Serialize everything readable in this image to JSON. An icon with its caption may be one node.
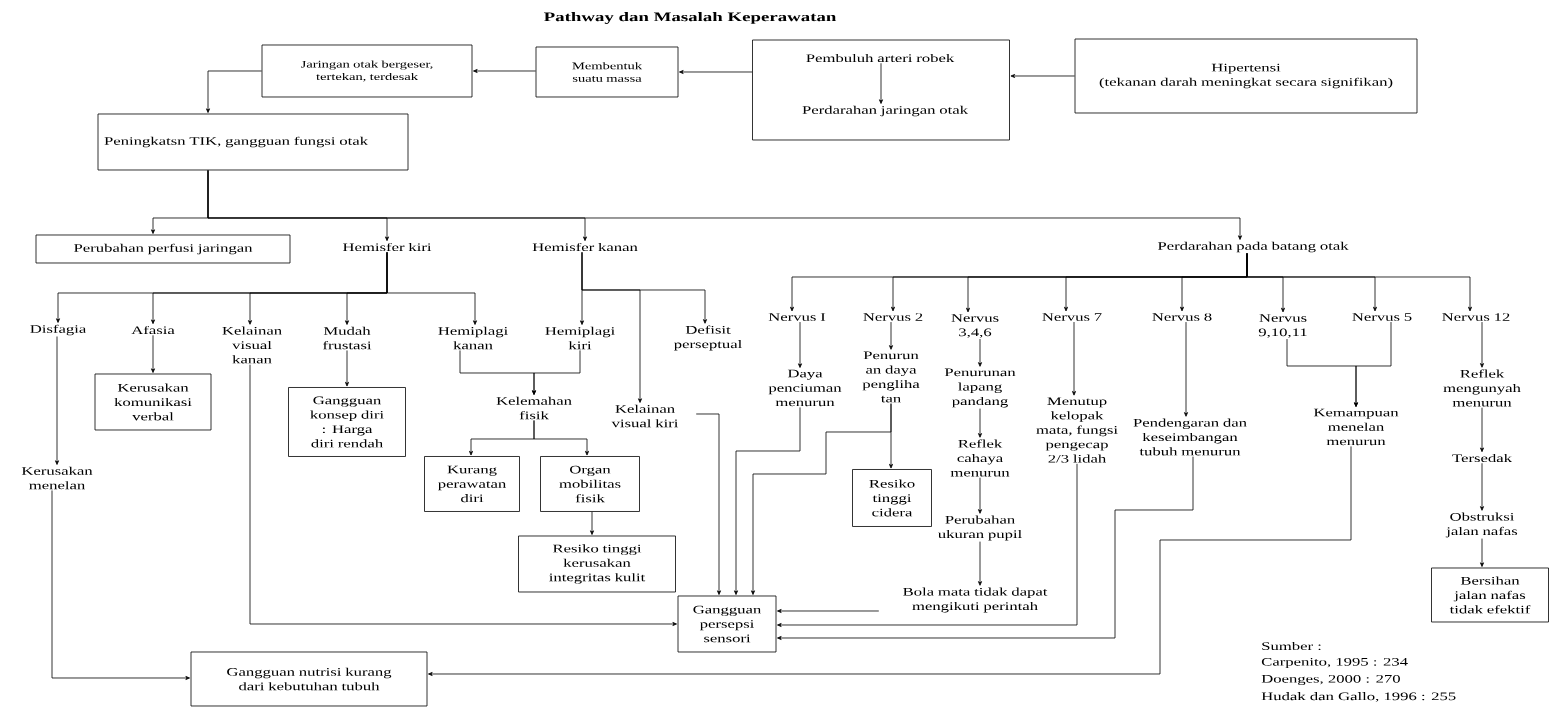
{
  "diagram": {
    "title": "Pathway dan Masalah Keperawatan",
    "nodes": [
      {
        "text": [
          "Jaringan otak bergeser, tertekan, terdesak"
        ]
      },
      {
        "text": [
          "Membentuk suatu massa"
        ]
      },
      {
        "text": [],
        "shape": "box"
      },
      {
        "text": [
          "Pembuluh arteri robek"
        ],
        "in": 2
      },
      {
        "text": [
          "Perdarahan jaringan otak"
        ],
        "in": 2
      },
      {
        "text": [
          "Hipertensi",
          "(tekanan darah meningkat secara signifikan)"
        ]
      },
      {
        "text": [
          "Peningkatsn TIK, gangguan fungsi otak"
        ]
      },
      {
        "text": [
          "Perubahan perfusi jaringan"
        ]
      },
      {
        "text": [
          "Hemisfer kiri"
        ]
      },
      {
        "text": [
          "Hemisfer kanan"
        ]
      },
      {
        "text": [
          "Perdarahan pada batang otak"
        ]
      },
      {
        "text": [
          "Disfagia"
        ]
      },
      {
        "text": [
          "Afasia"
        ]
      },
      {
        "text": [
          "Kelainan visual kanan"
        ]
      },
      {
        "text": [
          "Mudah frustasi"
        ]
      },
      {
        "text": [
          "Hemiplagi kanan"
        ]
      },
      {
        "text": [
          "Hemiplagi kiri"
        ]
      },
      {
        "text": [
          "Defisit perseptual"
        ]
      },
      {
        "text": [
          "Nervus I"
        ]
      },
      {
        "text": [
          "Nervus 2"
        ]
      },
      {
        "text": [
          "Nervus 3,4,6"
        ]
      },
      {
        "text": [
          "Nervus 7"
        ]
      },
      {
        "text": [
          "Nervus 8"
        ]
      },
      {
        "text": [
          "Nervus 9,10,11"
        ]
      },
      {
        "text": [
          "Nervus 5"
        ]
      },
      {
        "text": [
          "Nervus 12"
        ]
      },
      {
        "text": [
          "Kerusakan komunikasi verbal"
        ]
      },
      {
        "text": [
          "Gangguan konsep diri : Harga diri rendah"
        ]
      },
      {
        "text": [
          "Kelemahan fisik"
        ]
      },
      {
        "text": [
          "Kelainan visual kiri"
        ]
      },
      {
        "text": [
          "Daya penciuman menurun"
        ]
      },
      {
        "text": [
          "Penurun an daya pengliha tan"
        ]
      },
      {
        "text": [
          "Penurunan lapang pandang"
        ]
      },
      {
        "text": [
          "Menutup kelopak mata, fungsi pengecap 2/3 lidah"
        ]
      },
      {
        "text": [
          "Pendengaran dan keseimbangan tubuh menurun"
        ]
      },
      {
        "text": [
          "Kemampuan menelan menurun"
        ]
      },
      {
        "text": [
          "Reflek mengunyah menurun"
        ]
      },
      {
        "text": [
          "Kerusakan menelan"
        ]
      },
      {
        "text": [
          "Kurang perawatan diri"
        ]
      },
      {
        "text": [
          "Organ mobilitas fisik"
        ]
      },
      {
        "text": [
          "Reflek cahaya menurun"
        ]
      },
      {
        "text": [
          "Resiko tinggi cidera"
        ]
      },
      {
        "text": [
          "Tersedak"
        ]
      },
      {
        "text": [
          "Perubahan ukuran pupil"
        ]
      },
      {
        "text": [
          "Resiko tinggi kerusakan integritas kulit"
        ]
      },
      {
        "text": [
          "Obstruksi jalan nafas"
        ]
      },
      {
        "text": [
          "Bola mata tidak dapat mengikuti perintah"
        ]
      },
      {
        "text": [
          "Gangguan persepsi sensori"
        ]
      },
      {
        "text": [
          "Bersihan jalan nafas tidak efektif"
        ]
      },
      {
        "text": [
          "Gangguan nutrisi kurang dari kebutuhan tubuh"
        ]
      }
    ],
    "edges": [
      {
        "from": 5,
        "to": 2,
        "arrow": "to"
      },
      {
        "from": 2,
        "to": 1,
        "arrow": "to"
      },
      {
        "from": 1,
        "to": 0,
        "arrow": "to"
      },
      {
        "from": 0,
        "to": 6,
        "arrow": "to"
      },
      {
        "from": 3,
        "to": 4,
        "arrow": "to"
      },
      {
        "from": 6,
        "to": 7,
        "arrow": "to"
      },
      {
        "from": 6,
        "to": 8,
        "arrow": "to"
      },
      {
        "from": 6,
        "to": 9,
        "arrow": "to"
      },
      {
        "from": 6,
        "to": 10,
        "arrow": "to"
      },
      {
        "from": 8,
        "to": 11,
        "arrow": "to"
      },
      {
        "from": 8,
        "to": 12,
        "arrow": "to"
      },
      {
        "from": 8,
        "to": 13,
        "arrow": "to"
      },
      {
        "from": 8,
        "to": 14,
        "arrow": "to"
      },
      {
        "from": 8,
        "to": 15,
        "arrow": "to"
      },
      {
        "from": 9,
        "to": 16,
        "arrow": "to"
      },
      {
        "from": 9,
        "to": 17,
        "arrow": "to"
      },
      {
        "from": 9,
        "to": 29,
        "arrow": "to"
      },
      {
        "from": 10,
        "to": 18,
        "arrow": "to"
      },
      {
        "from": 10,
        "to": 19,
        "arrow": "to"
      },
      {
        "from": 10,
        "to": 20,
        "arrow": "to"
      },
      {
        "from": 10,
        "to": 21,
        "arrow": "to"
      },
      {
        "from": 10,
        "to": 22,
        "arrow": "to"
      },
      {
        "from": 10,
        "to": 23,
        "arrow": "to"
      },
      {
        "from": 10,
        "to": 24,
        "arrow": "to"
      },
      {
        "from": 10,
        "to": 25,
        "arrow": "to"
      },
      {
        "from": 12,
        "to": 26,
        "arrow": "to"
      },
      {
        "from": 14,
        "to": 27,
        "arrow": "to"
      },
      {
        "from": 11,
        "to": 37,
        "arrow": "to"
      },
      {
        "from": 15,
        "to": 28,
        "arrow": "to"
      },
      {
        "from": 16,
        "to": 28,
        "arrow": "to"
      },
      {
        "from": 28,
        "to": 38,
        "arrow": "to"
      },
      {
        "from": 28,
        "to": 39,
        "arrow": "to"
      },
      {
        "from": 39,
        "to": 44,
        "arrow": "to"
      },
      {
        "from": 18,
        "to": 30,
        "arrow": "to"
      },
      {
        "from": 19,
        "to": 31,
        "arrow": "to"
      },
      {
        "from": 20,
        "to": 32,
        "arrow": "to"
      },
      {
        "from": 21,
        "to": 33,
        "arrow": "to"
      },
      {
        "from": 22,
        "to": 34,
        "arrow": "to"
      },
      {
        "from": 23,
        "to": 35,
        "arrow": "to"
      },
      {
        "from": 24,
        "to": 35,
        "arrow": "to"
      },
      {
        "from": 25,
        "to": 36,
        "arrow": "to"
      },
      {
        "from": 31,
        "to": 41,
        "arrow": "to"
      },
      {
        "from": 31,
        "to": 47,
        "arrow": "to"
      },
      {
        "from": 30,
        "to": 47,
        "arrow": "to"
      },
      {
        "from": 29,
        "to": 47,
        "arrow": "to"
      },
      {
        "from": 13,
        "to": 47,
        "arrow": "to"
      },
      {
        "from": 32,
        "to": 40,
        "arrow": "to"
      },
      {
        "from": 40,
        "to": 43,
        "arrow": "to"
      },
      {
        "from": 43,
        "to": 46,
        "arrow": "to"
      },
      {
        "from": 46,
        "to": 47,
        "arrow": "to"
      },
      {
        "from": 33,
        "to": 47,
        "arrow": "to"
      },
      {
        "from": 34,
        "to": 47,
        "arrow": "to"
      },
      {
        "from": 35,
        "to": 49,
        "arrow": "to"
      },
      {
        "from": 37,
        "to": 49,
        "arrow": "to"
      },
      {
        "from": 36,
        "to": 42,
        "arrow": "to"
      },
      {
        "from": 42,
        "to": 45,
        "arrow": "to"
      },
      {
        "from": 45,
        "to": 48,
        "arrow": "to"
      }
    ],
    "labels": [
      "Sumber :",
      "Carpenito, 1995 : 234",
      "Doenges, 2000 : 270",
      "Hudak dan Gallo, 1996 : 255"
    ]
  }
}
